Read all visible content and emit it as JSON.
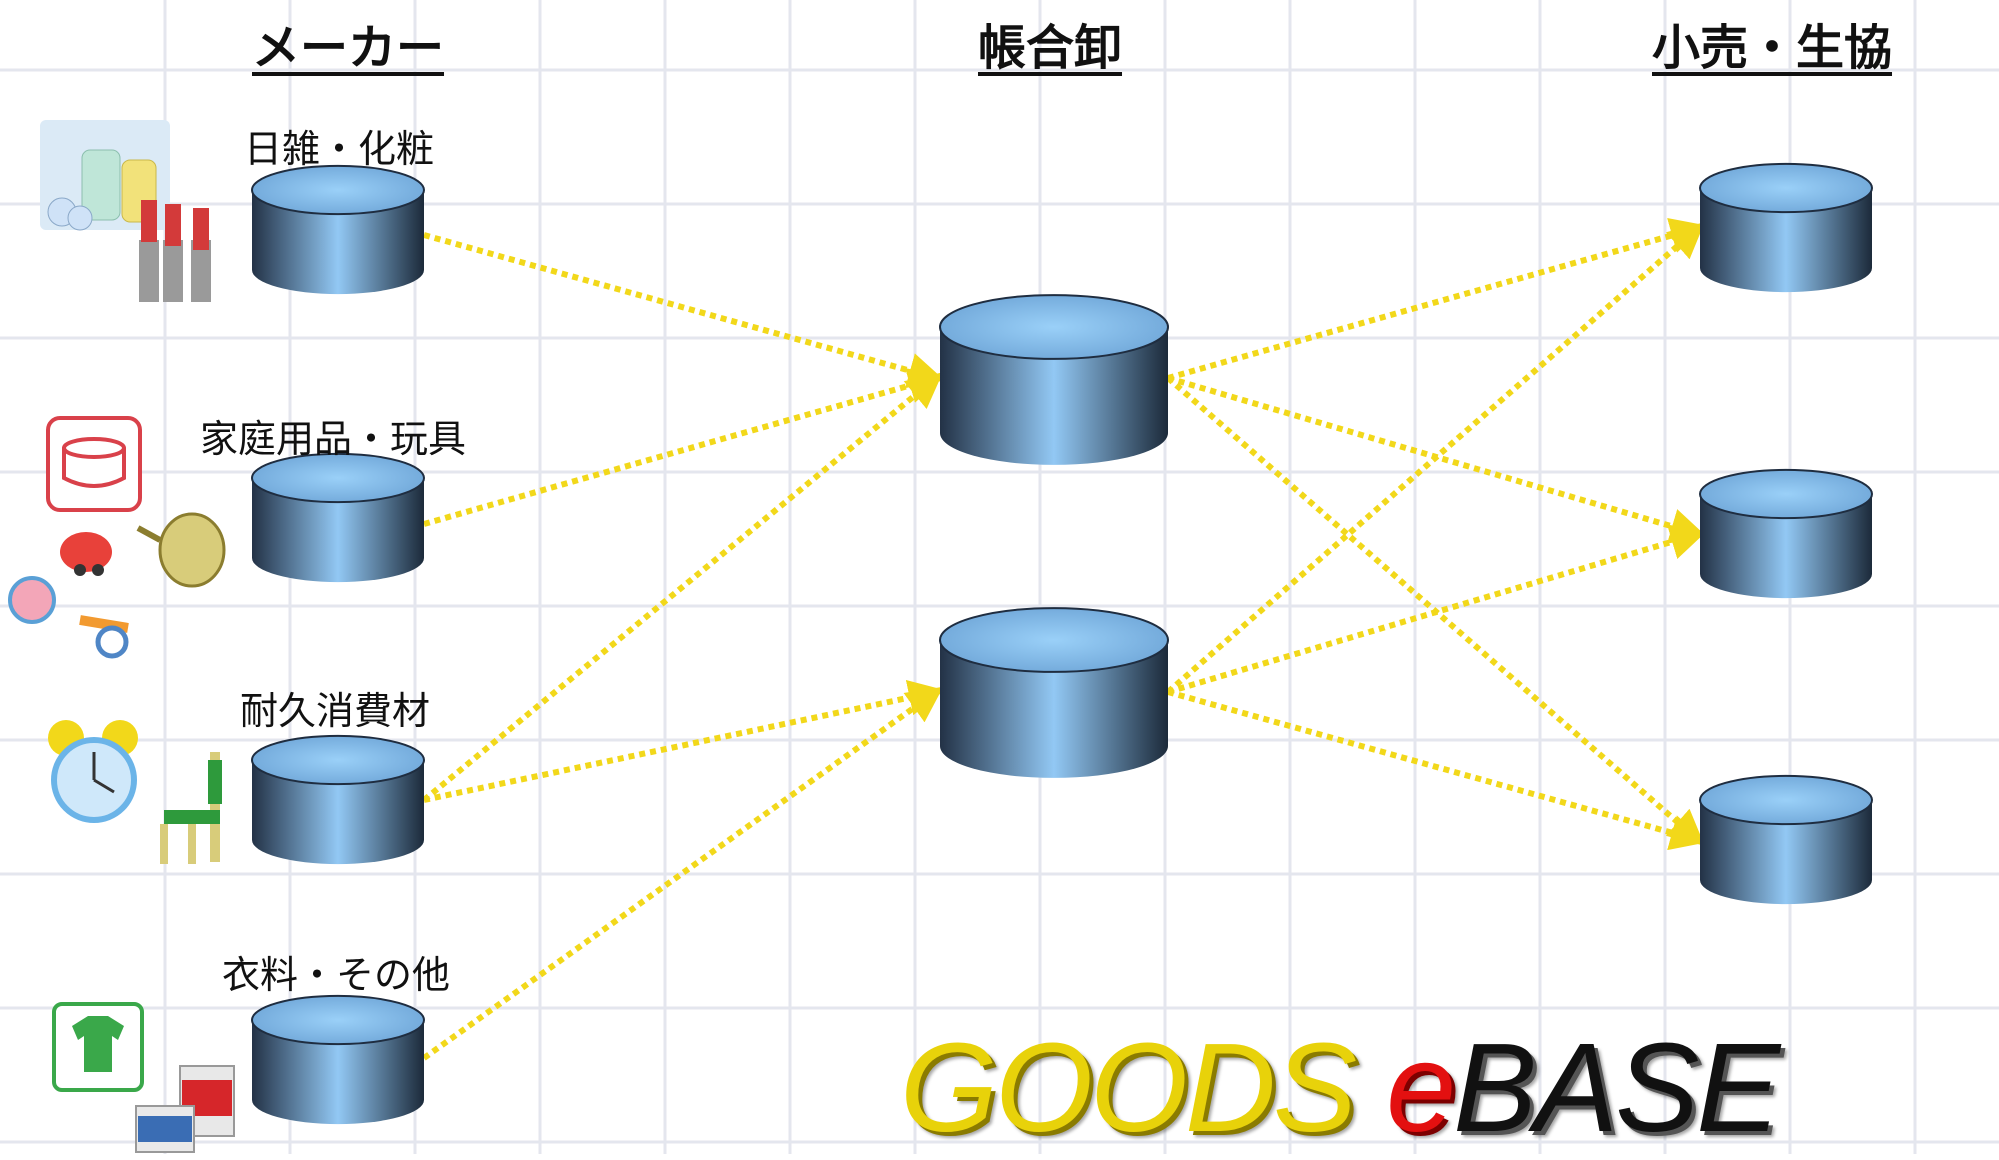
{
  "columns": {
    "maker": "メーカー",
    "wholesale": "帳合卸",
    "retail": "小売・生協"
  },
  "categories": [
    {
      "label": "日雑・化粧",
      "icon": "shampoo-lipstick-icon"
    },
    {
      "label": "家庭用品・玩具",
      "icon": "pot-kettle-toy-icon"
    },
    {
      "label": "耐久消費材",
      "icon": "clock-chair-icon"
    },
    {
      "label": "衣料・その他",
      "icon": "shirt-canned-food-icon"
    }
  ],
  "logo": {
    "part1": "GOODS",
    "part2": "e",
    "part3": "BASE"
  },
  "colors": {
    "arrow": "#f2d81a",
    "db_edge": "#233246",
    "db_light": "#92c8f4",
    "grid": "#e4e6ee"
  }
}
